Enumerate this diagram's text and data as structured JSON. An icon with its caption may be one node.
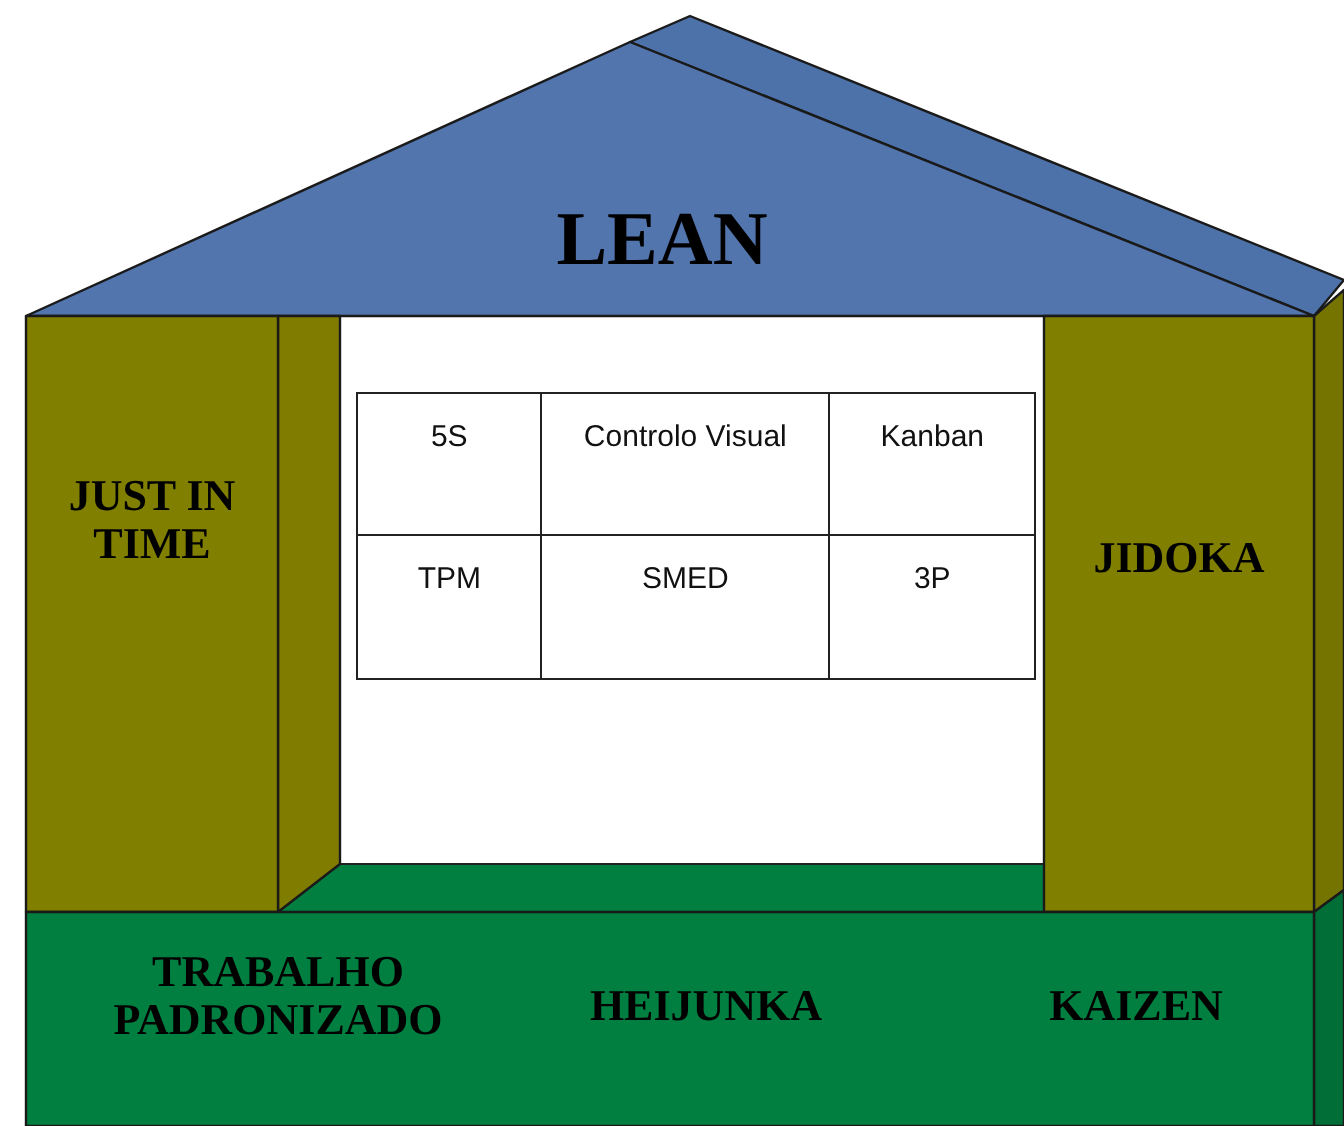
{
  "diagram": {
    "nodes": [
      {
        "text": [
          "LEAN"
        ]
      },
      {
        "text": [
          "JUST IN TIME"
        ]
      },
      {
        "text": [
          "JIDOKA"
        ]
      },
      {
        "text": [
          "TRABALHO PADRONIZADO",
          "HEIJUNKA",
          "KAIZEN"
        ]
      }
    ],
    "edges": [],
    "labels": [
      "5S",
      "Controlo Visual",
      "Kanban",
      "TPM",
      "SMED",
      "3P"
    ]
  }
}
